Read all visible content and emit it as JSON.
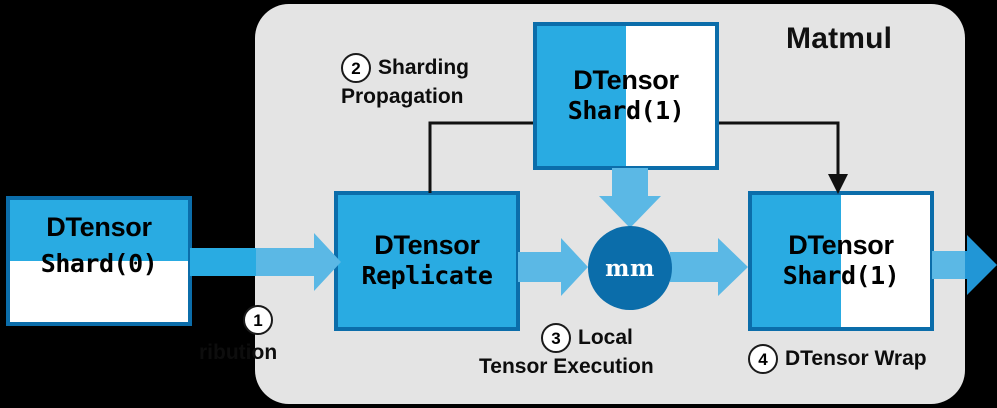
{
  "diagram": {
    "title": "Matmul",
    "background_color": "#000000",
    "panel_color": "#e4e4e4",
    "accent_blue": "#29abe2",
    "arrow_blue": "#5bb8e5",
    "deep_blue": "#0b6daa"
  },
  "boxes": {
    "input": {
      "title": "DTensor",
      "spec": "Shard(0)",
      "split": "horizontal"
    },
    "replicate": {
      "title": "DTensor",
      "spec": "Replicate",
      "split": "solid"
    },
    "weight": {
      "title": "DTensor",
      "spec": "Shard(1)",
      "split": "vertical"
    },
    "output": {
      "title": "DTensor",
      "spec": "Shard(1)",
      "split": "vertical"
    }
  },
  "op": {
    "name": "mm"
  },
  "steps": [
    {
      "number": "1",
      "line1": "",
      "line2": "ribution"
    },
    {
      "number": "2",
      "line1": "Sharding",
      "line2": "Propagation"
    },
    {
      "number": "3",
      "line1": "Local",
      "line2": "Tensor Execution"
    },
    {
      "number": "4",
      "line1": "DTensor Wrap",
      "line2": ""
    }
  ]
}
